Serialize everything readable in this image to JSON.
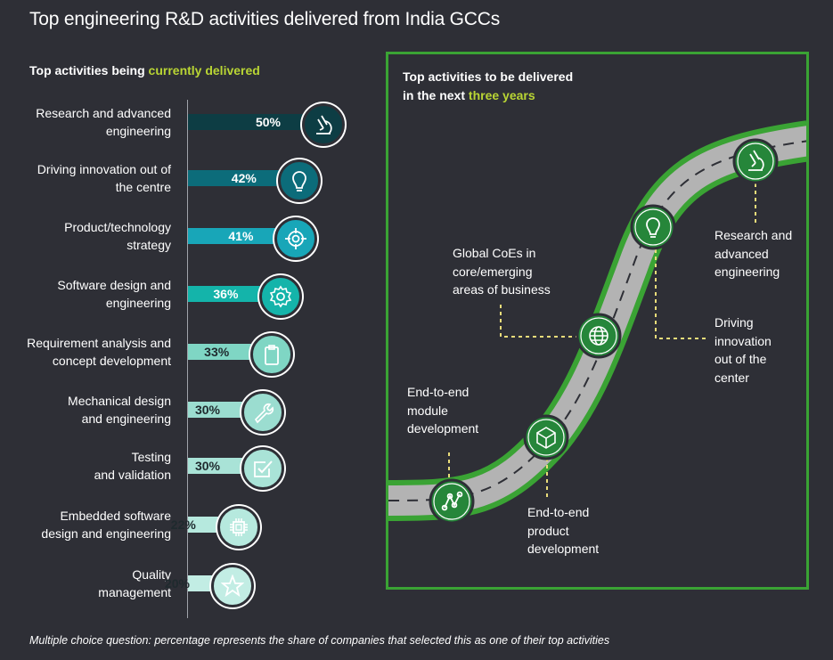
{
  "title": "Top engineering R&D activities delivered from India GCCs",
  "left_heading": {
    "prefix": "Top activities being ",
    "accent": "currently delivered"
  },
  "right_heading": {
    "line1": "Top activities to be delivered",
    "prefix2": "in the next ",
    "accent2": "three years"
  },
  "colors": {
    "accent": "#b9d534",
    "road_edge": "#3aa334",
    "icon_green": "#26863a"
  },
  "chart_data": {
    "type": "bar",
    "categories": [
      "Research and advanced engineering",
      "Driving innovation out of the centre",
      "Product/technology strategy",
      "Software design and engineering",
      "Requirement analysis and concept development",
      "Mechanical design and engineering",
      "Testing and validation",
      "Embedded software design and engineering",
      "Quality management"
    ],
    "values": [
      50,
      42,
      41,
      36,
      33,
      30,
      30,
      22,
      20
    ],
    "value_labels": [
      "50%",
      "42%",
      "41%",
      "36%",
      "33%",
      "30%",
      "30%",
      "22%",
      "20%"
    ],
    "bar_colors": [
      "#0d3d44",
      "#0c6c7a",
      "#18a6b8",
      "#14b4aa",
      "#7fd6c4",
      "#9bddd0",
      "#a9e3d7",
      "#b6e9de",
      "#c2ede4"
    ],
    "icons": [
      "microscope-icon",
      "lightbulb-icon",
      "target-icon",
      "gear-icon",
      "clipboard-icon",
      "wrench-icon",
      "checkbox-icon",
      "chip-icon",
      "star-icon"
    ]
  },
  "rows": [
    {
      "line1": "Research and advanced",
      "line2": "engineering"
    },
    {
      "line1": "Driving innovation out of",
      "line2": "the centre"
    },
    {
      "line1": "Product/technology",
      "line2": "strategy"
    },
    {
      "line1": "Software design and",
      "line2": "engineering"
    },
    {
      "line1": "Requirement analysis and",
      "line2": "concept development"
    },
    {
      "line1": "Mechanical design",
      "line2": "and engineering"
    },
    {
      "line1": "Testing",
      "line2": "and validation"
    },
    {
      "line1": "Embedded software",
      "line2": "design and engineering"
    },
    {
      "line1": "Quality",
      "line2": "management"
    }
  ],
  "road": {
    "research": [
      "Research and",
      "advanced",
      "engineering"
    ],
    "innovation": [
      "Driving",
      "innovation",
      "out of the",
      "center"
    ],
    "global": [
      "Global CoEs in",
      "core/emerging",
      "areas of business"
    ],
    "module": [
      "End-to-end",
      "module",
      "development"
    ],
    "product": [
      "End-to-end",
      "product",
      "development"
    ],
    "icons": [
      "microscope-icon",
      "lightbulb-icon",
      "globe-icon",
      "cube-icon",
      "nodes-icon"
    ]
  },
  "footnote": "Multiple choice question: percentage represents the share of companies that selected this as one of their top activities"
}
